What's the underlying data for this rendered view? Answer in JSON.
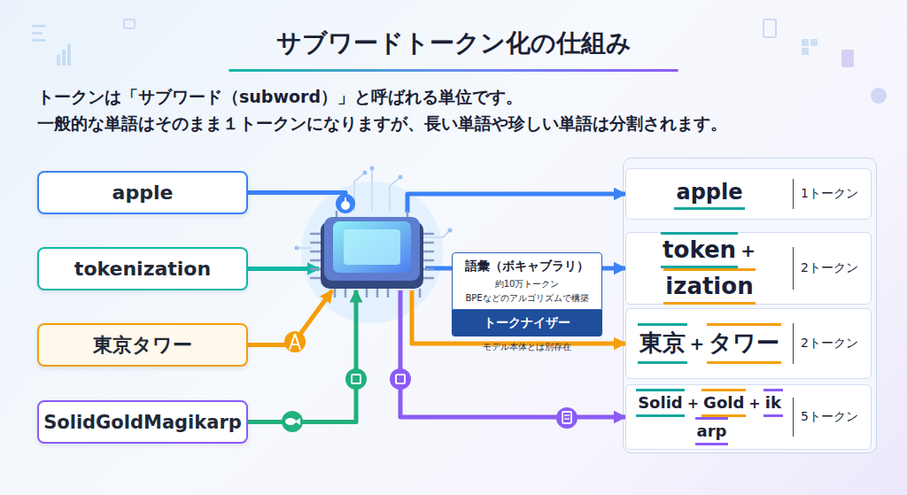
{
  "diagram": {
    "title": "サブワードトークン化の仕組み",
    "nodes": [
      {
        "text": [
          "apple"
        ]
      },
      {
        "text": [
          "tokenization"
        ]
      },
      {
        "text": [
          "東京タワー"
        ]
      },
      {
        "text": [
          "SolidGoldMagikarp"
        ]
      },
      {
        "text": [
          "語彙（ボキャブラリ）",
          "約10万トークン",
          "BPEなどのアルゴリズムで構築",
          "トークナイザー",
          "モデル本体とは別存在"
        ]
      },
      {
        "text": [
          "apple",
          "1トークン"
        ]
      },
      {
        "text": [
          "token",
          "+",
          "ization",
          "2トークン"
        ]
      },
      {
        "text": [
          "東京",
          "+",
          "タワー",
          "2トークン"
        ]
      },
      {
        "text": [
          "Solid",
          "+",
          "Gold",
          "+",
          "ik",
          "arp",
          "5トークン"
        ]
      }
    ],
    "edges": [
      {
        "from": 0,
        "to": 4,
        "arrow": "to"
      },
      {
        "from": 1,
        "to": 4,
        "arrow": "to"
      },
      {
        "from": 2,
        "to": 4,
        "arrow": "to"
      },
      {
        "from": 3,
        "to": 4,
        "arrow": "to"
      },
      {
        "from": 4,
        "to": 5,
        "arrow": "to"
      },
      {
        "from": 4,
        "to": 6,
        "arrow": "to"
      },
      {
        "from": 4,
        "to": 7,
        "arrow": "to"
      },
      {
        "from": 4,
        "to": 8,
        "arrow": "to"
      }
    ],
    "labels": [
      "トークンは「サブワード（subword）」と呼ばれる単位です。",
      "一般的な単語はそのまま１トークンになりますが、長い単語や珍しい単語は分割されます。"
    ]
  }
}
